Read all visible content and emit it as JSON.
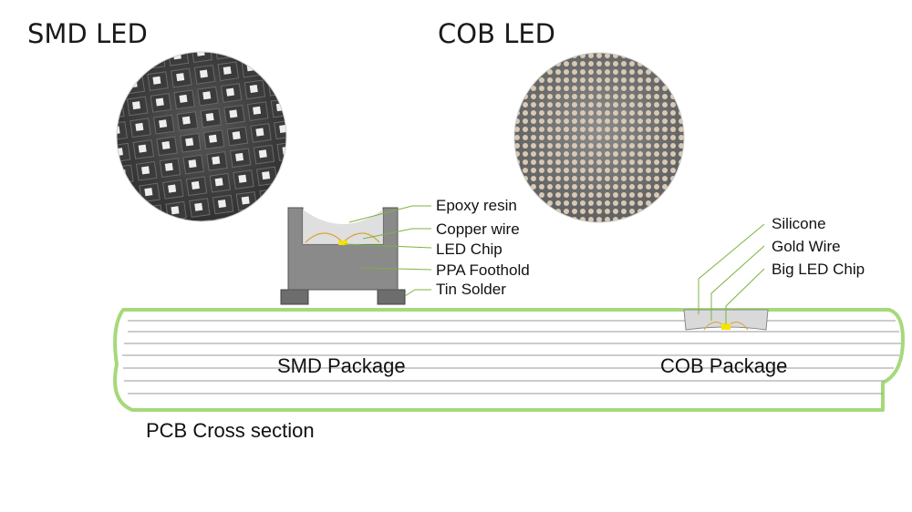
{
  "titles": {
    "smd": "SMD LED",
    "cob": "COB LED"
  },
  "smd_labels": [
    "Epoxy resin",
    "Copper wire",
    "LED Chip",
    "PPA Foothold",
    "Tin Solder"
  ],
  "cob_labels": [
    "Silicone",
    "Gold Wire",
    "Big LED Chip"
  ],
  "packages": {
    "smd": "SMD Package",
    "cob": "COB Package"
  },
  "pcb_caption": "PCB Cross section",
  "colors": {
    "pcb_outline": "#8fce5a",
    "leader": "#7cb342",
    "body": "#8a8a8a",
    "chip": "#f5e400"
  }
}
